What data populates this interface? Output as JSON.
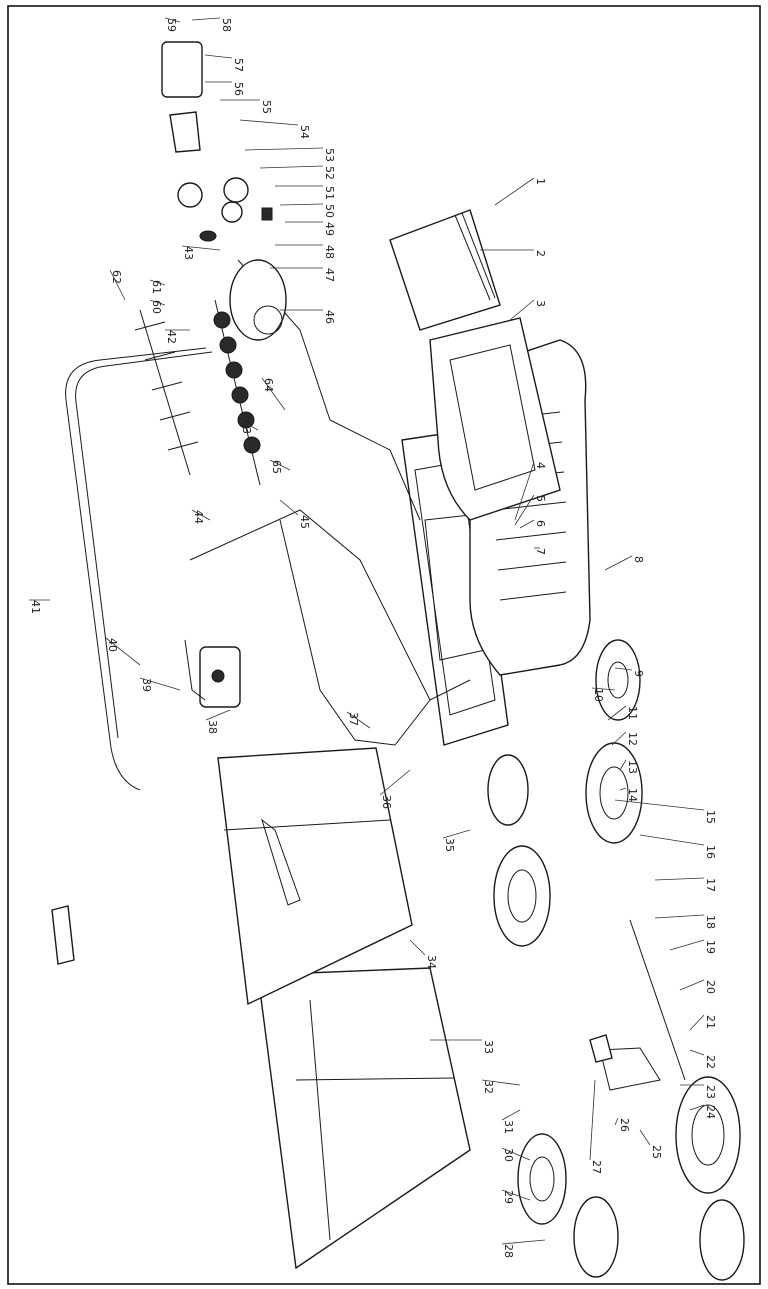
{
  "part_labels": [
    "1",
    "2",
    "3",
    "4",
    "5",
    "6",
    "7",
    "8",
    "9",
    "10",
    "11",
    "12",
    "13",
    "14",
    "15",
    "16",
    "17",
    "18",
    "19",
    "20",
    "21",
    "22",
    "23",
    "24",
    "25",
    "26",
    "27",
    "28",
    "29",
    "30",
    "31",
    "32",
    "33",
    "34",
    "35",
    "36",
    "37",
    "38",
    "39",
    "40",
    "41",
    "42",
    "43",
    "44",
    "45",
    "46",
    "47",
    "48",
    "49",
    "50",
    "51",
    "52",
    "53",
    "54",
    "55",
    "56",
    "57",
    "58",
    "59",
    "60",
    "61",
    "62",
    "63",
    "64",
    "65"
  ]
}
